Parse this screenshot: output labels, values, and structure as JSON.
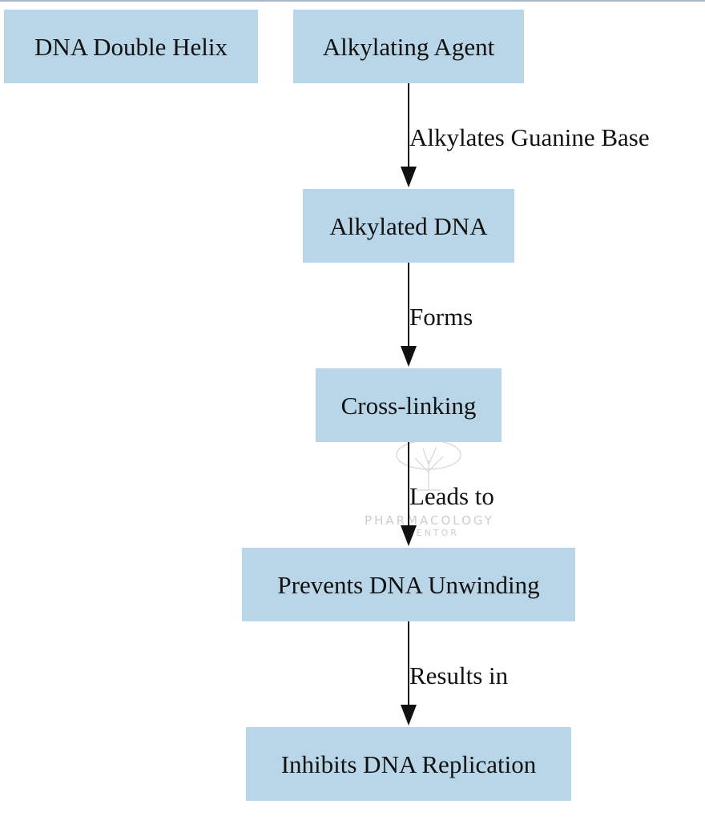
{
  "diagram": {
    "nodes": [
      {
        "id": "dna",
        "label": "DNA Double Helix"
      },
      {
        "id": "agent",
        "label": "Alkylating Agent"
      },
      {
        "id": "alkylated",
        "label": "Alkylated DNA"
      },
      {
        "id": "crosslink",
        "label": "Cross-linking"
      },
      {
        "id": "unwind",
        "label": "Prevents DNA Unwinding"
      },
      {
        "id": "inhibit",
        "label": "Inhibits DNA Replication"
      }
    ],
    "edges": [
      {
        "from": "agent",
        "to": "alkylated",
        "label": "Alkylates Guanine Base"
      },
      {
        "from": "alkylated",
        "to": "crosslink",
        "label": "Forms"
      },
      {
        "from": "crosslink",
        "to": "unwind",
        "label": "Leads to"
      },
      {
        "from": "unwind",
        "to": "inhibit",
        "label": "Results in"
      }
    ],
    "node_fill": "#b8d6e8",
    "edge_color": "#111111"
  },
  "watermark": {
    "line1": "PHARMACOLOGY",
    "line2": "MENTOR"
  }
}
